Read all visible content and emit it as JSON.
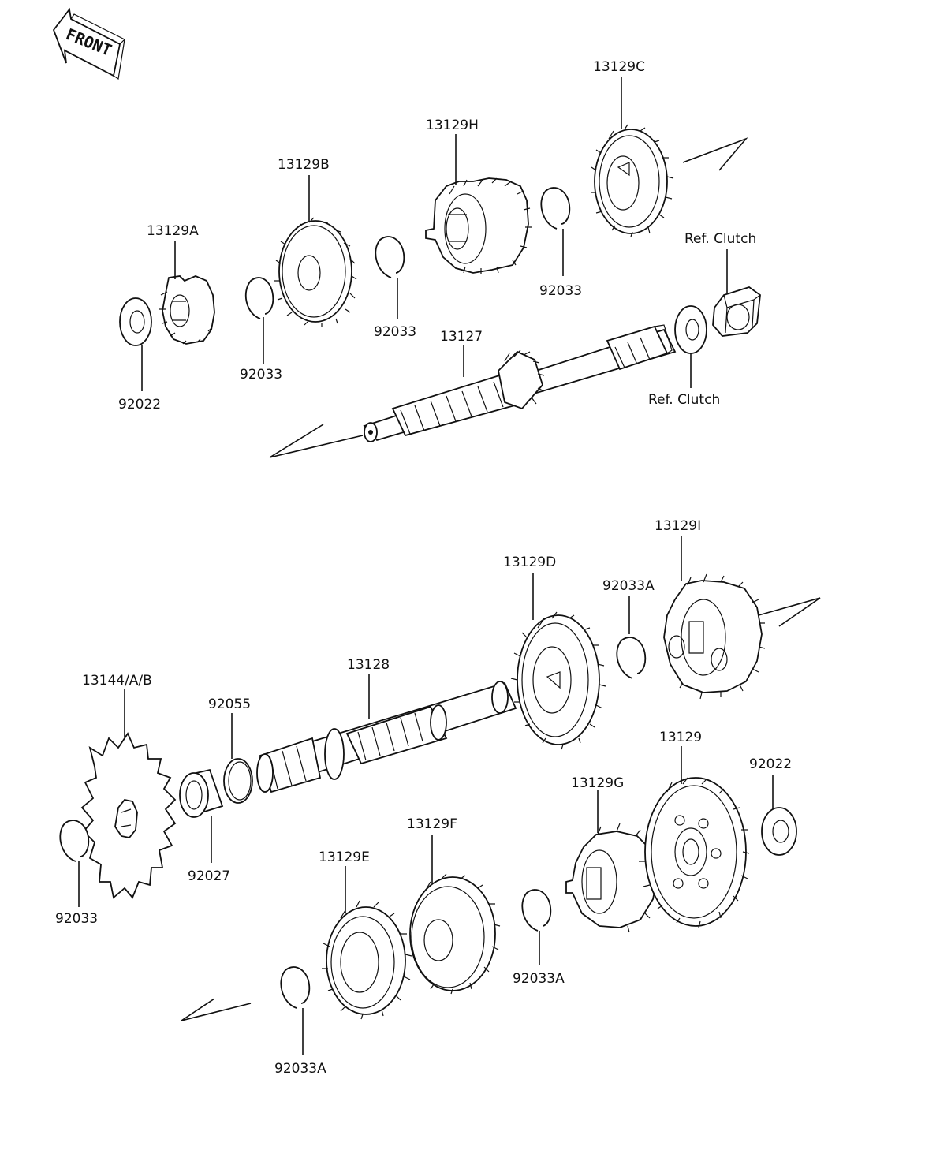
{
  "front_label": "FRONT",
  "labels": {
    "p13129C": "13129C",
    "p13129H": "13129H",
    "p13129B": "13129B",
    "p13129A": "13129A",
    "p92033_upper_right": "92033",
    "p92033_upper_mid": "92033",
    "p92033_upper_left": "92033",
    "p92022_upper": "92022",
    "p13127": "13127",
    "ref_clutch_nut": "Ref. Clutch",
    "ref_clutch_washer": "Ref. Clutch",
    "p13129I": "13129I",
    "p92033A_upper": "92033A",
    "p13129D": "13129D",
    "p13128": "13128",
    "p13144": "13144/A/B",
    "p92055": "92055",
    "p92027": "92027",
    "p92033_lower": "92033",
    "p13129": "13129",
    "p92022_lower": "92022",
    "p13129G": "13129G",
    "p13129F": "13129F",
    "p13129E": "13129E",
    "p92033A_mid": "92033A",
    "p92033A_lower": "92033A"
  }
}
